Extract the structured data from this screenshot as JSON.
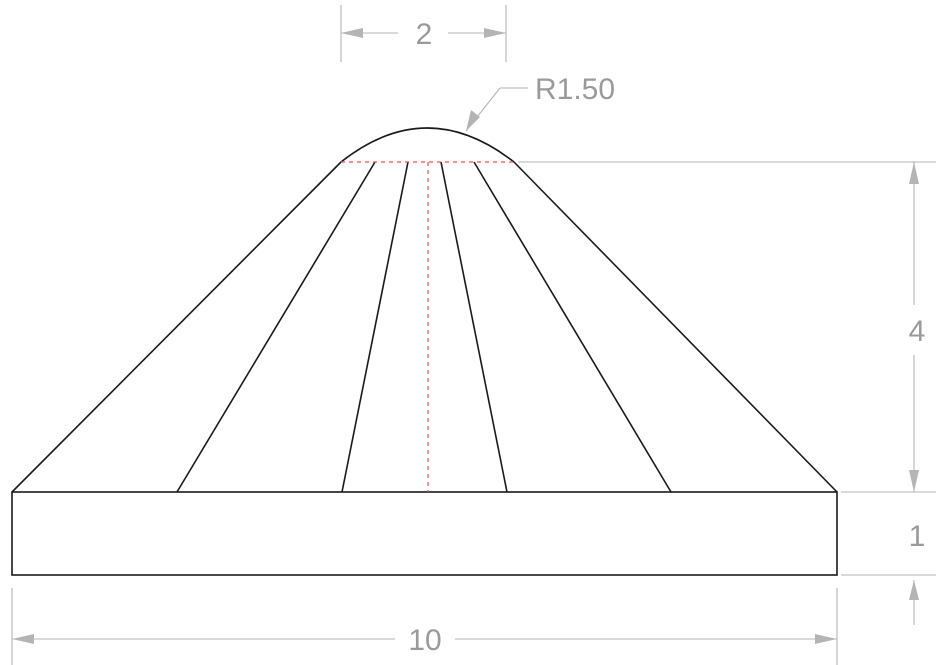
{
  "drawing": {
    "dimensions": {
      "top_width": "2",
      "radius": "R1.50",
      "cone_height": "4",
      "base_height": "1",
      "base_width": "10"
    }
  }
}
